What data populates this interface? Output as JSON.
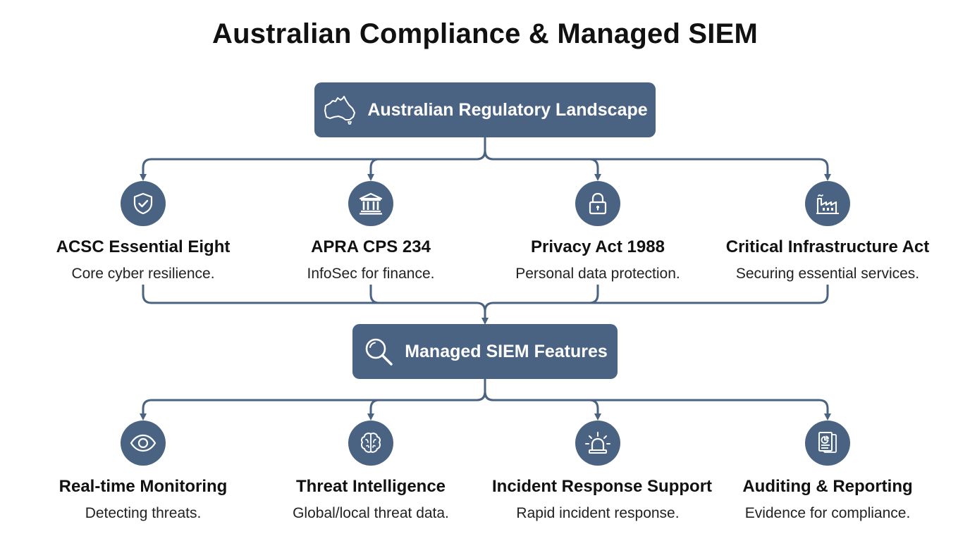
{
  "title": "Australian Compliance & Managed SIEM",
  "colors": {
    "accent": "#4b6383",
    "text": "#111111",
    "background": "#ffffff"
  },
  "hub_regulatory": {
    "label": "Australian Regulatory Landscape",
    "icon": "australia-map-icon"
  },
  "regulations": [
    {
      "title": "ACSC Essential Eight",
      "desc": "Core cyber resilience.",
      "icon": "shield-check-icon"
    },
    {
      "title": "APRA CPS 234",
      "desc": "InfoSec for finance.",
      "icon": "bank-building-icon"
    },
    {
      "title": "Privacy Act 1988",
      "desc": "Personal data protection.",
      "icon": "padlock-icon"
    },
    {
      "title": "Critical Infrastructure Act",
      "desc": "Securing essential services.",
      "icon": "factory-icon"
    }
  ],
  "hub_siem": {
    "label": "Managed SIEM Features",
    "icon": "magnifier-icon"
  },
  "features": [
    {
      "title": "Real-time Monitoring",
      "desc": "Detecting threats.",
      "icon": "eye-icon"
    },
    {
      "title": "Threat Intelligence",
      "desc": "Global/local threat data.",
      "icon": "brain-icon"
    },
    {
      "title": "Incident Response Support",
      "desc": "Rapid incident response.",
      "icon": "alarm-siren-icon"
    },
    {
      "title": "Auditing & Reporting",
      "desc": "Evidence for compliance.",
      "icon": "report-document-icon"
    }
  ]
}
